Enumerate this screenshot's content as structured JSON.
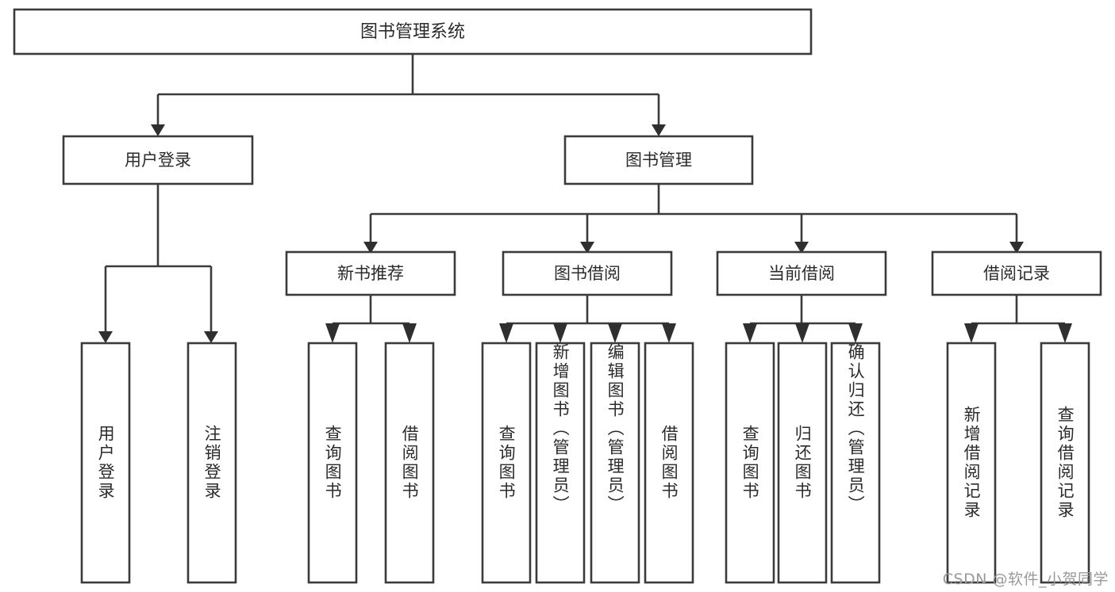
{
  "diagram": {
    "type": "hierarchy-tree",
    "title_node": {
      "id": "root",
      "label": "图书管理系统"
    },
    "level1": [
      {
        "id": "user-login",
        "label": "用户登录"
      },
      {
        "id": "book-manage",
        "label": "图书管理"
      }
    ],
    "level2": [
      {
        "id": "new-book-recommend",
        "label": "新书推荐",
        "parent": "book-manage"
      },
      {
        "id": "book-borrow",
        "label": "图书借阅",
        "parent": "book-manage"
      },
      {
        "id": "current-borrow",
        "label": "当前借阅",
        "parent": "book-manage"
      },
      {
        "id": "borrow-record",
        "label": "借阅记录",
        "parent": "book-manage"
      }
    ],
    "leaves": {
      "user-login": [
        {
          "id": "leaf-user-login",
          "label": "用户登录"
        },
        {
          "id": "leaf-user-logout",
          "label": "注销登录"
        }
      ],
      "new-book-recommend": [
        {
          "id": "leaf-query-book-1",
          "label": "查询图书"
        },
        {
          "id": "leaf-borrow-book-1",
          "label": "借阅图书"
        }
      ],
      "book-borrow": [
        {
          "id": "leaf-query-book-2",
          "label": "查询图书"
        },
        {
          "id": "leaf-add-book",
          "label": "新增图书（管理员）"
        },
        {
          "id": "leaf-edit-book",
          "label": "编辑图书（管理员）"
        },
        {
          "id": "leaf-borrow-book-2",
          "label": "借阅图书"
        }
      ],
      "current-borrow": [
        {
          "id": "leaf-query-book-3",
          "label": "查询图书"
        },
        {
          "id": "leaf-return-book",
          "label": "归还图书"
        },
        {
          "id": "leaf-confirm-return",
          "label": "确认归还（管理员）"
        }
      ],
      "borrow-record": [
        {
          "id": "leaf-add-record",
          "label": "新增借阅记录"
        },
        {
          "id": "leaf-query-record",
          "label": "查询借阅记录"
        }
      ]
    }
  },
  "watermark": {
    "text": "CSDN @软件_小贺同学"
  },
  "colors": {
    "box_border": "#3b3b3b",
    "connector": "#3b3b3b",
    "text": "#2b2b2b",
    "background": "#ffffff",
    "watermark": "#9a9a9a"
  }
}
